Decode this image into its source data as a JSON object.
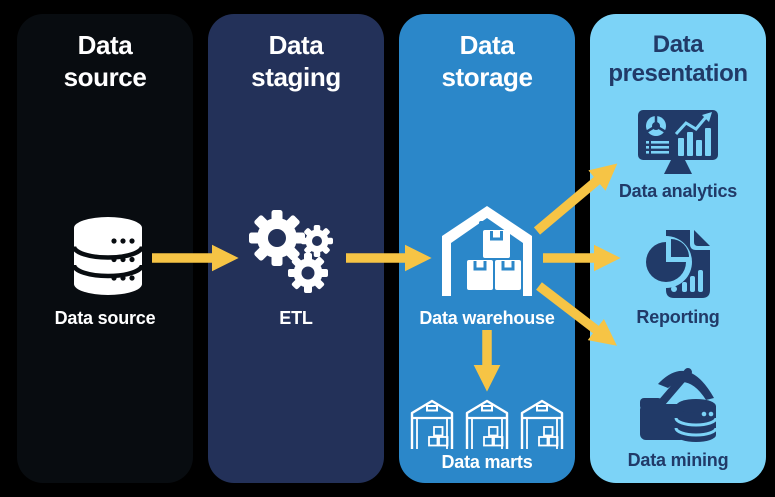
{
  "colors": {
    "page_bg": "#000000",
    "source_bg": "#080C10",
    "staging_bg": "#233159",
    "storage_bg": "#2B87C9",
    "presentation_bg": "#7CD3F7",
    "light_text": "#FFFFFF",
    "navy_text": "#213A68",
    "arrow_yellow": "#F6C445"
  },
  "columns": {
    "source": {
      "title_line1": "Data",
      "title_line2": "source",
      "item_label": "Data source"
    },
    "staging": {
      "title_line1": "Data",
      "title_line2": "staging",
      "item_label": "ETL"
    },
    "storage": {
      "title_line1": "Data",
      "title_line2": "storage",
      "item_label": "Data warehouse",
      "sub_item_label": "Data marts"
    },
    "presentation": {
      "title_line1": "Data",
      "title_line2": "presentation",
      "items": {
        "analytics": "Data analytics",
        "reporting": "Reporting",
        "mining": "Data mining"
      }
    }
  },
  "icons": {
    "source_item": "database-icon",
    "staging_item": "gears-icon",
    "storage_item": "warehouse-boxes-icon",
    "storage_sub_item": "mini-warehouse-outline-icon",
    "presentation_analytics": "monitor-charts-icon",
    "presentation_reporting": "report-document-icon",
    "presentation_mining": "pickaxe-database-icon",
    "flow": "yellow-arrow"
  }
}
